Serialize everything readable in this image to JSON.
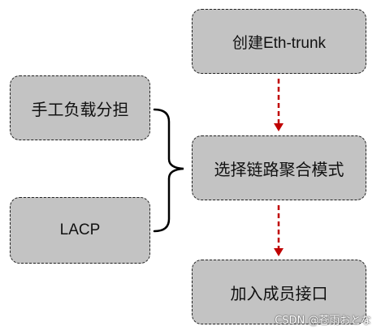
{
  "nodes": {
    "create": "创建Eth-trunk",
    "mode": "选择链路聚合模式",
    "add": "加入成员接口",
    "manual": "手工负载分担",
    "lacp": "LACP"
  },
  "watermark": "CSDN @苍雨おとな",
  "colors": {
    "box_fill": "#c3c3c3",
    "box_border": "#222222",
    "arrow": "#c00000",
    "brace": "#000000"
  }
}
